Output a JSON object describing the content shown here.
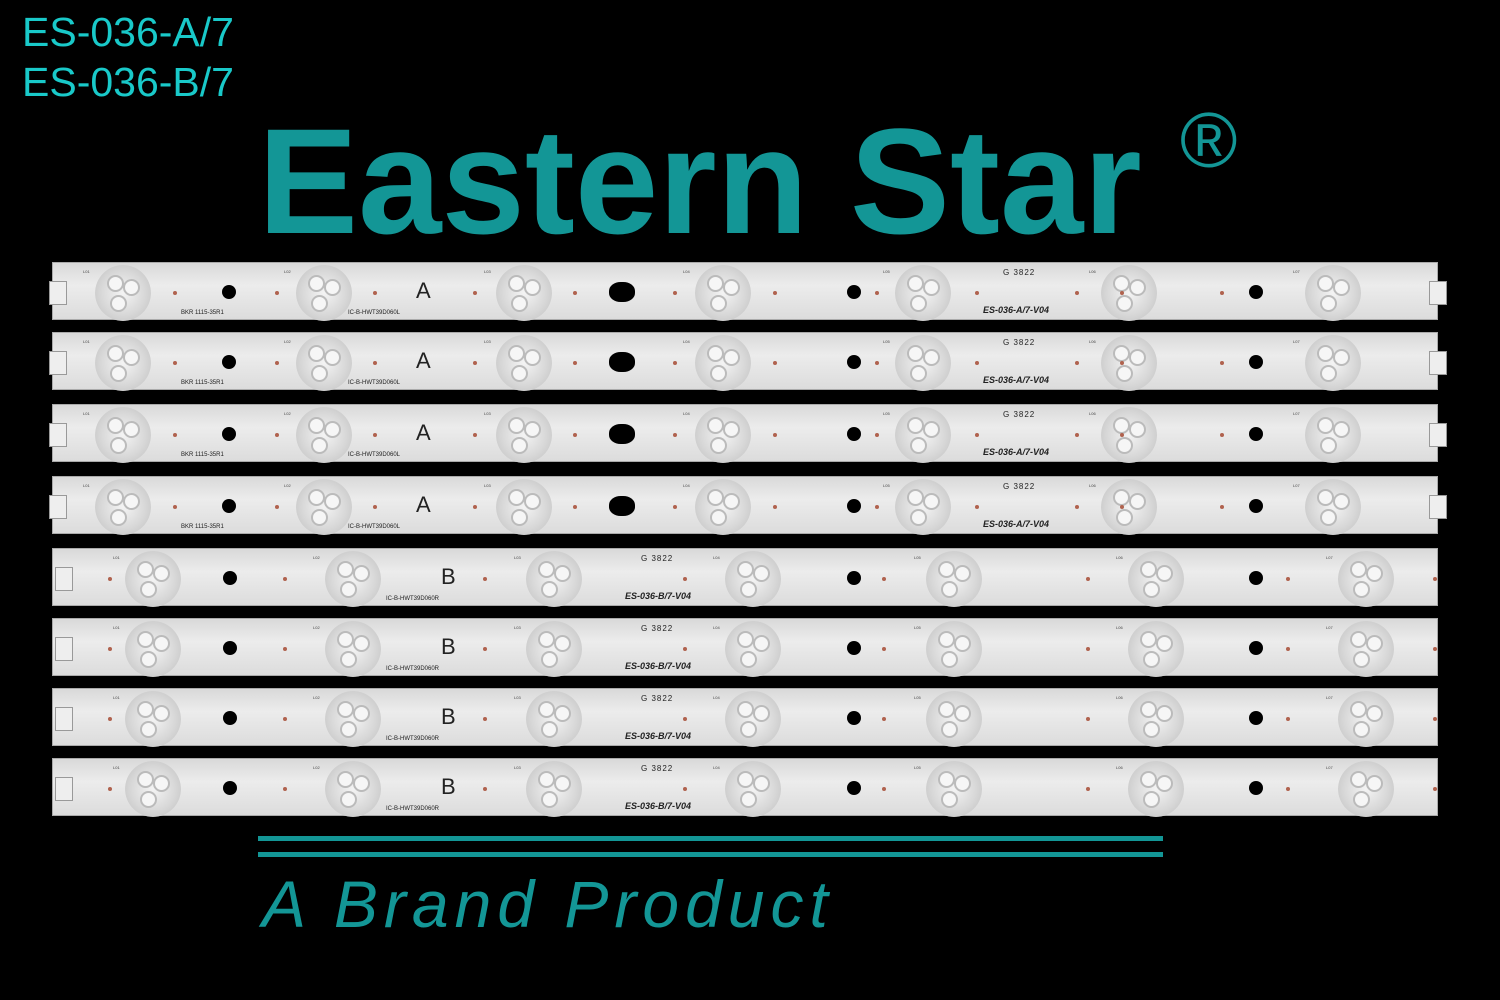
{
  "titles": [
    "ES-036-A/7",
    "ES-036-B/7"
  ],
  "strip_a": {
    "letter": "A",
    "code1": "BKR 1115-35R1",
    "code2": "IC-B-HWT39D060L",
    "batch": "G 3822",
    "model": "ES-036-A/7-V04",
    "count": 4
  },
  "strip_b": {
    "letter": "B",
    "code2": "IC-B-HWT39D060R",
    "batch": "G 3822",
    "model": "ES-036-B/7-V04",
    "count": 4
  },
  "led_labels": [
    "L01",
    "L02",
    "L03",
    "L04",
    "L05",
    "L06",
    "L07"
  ],
  "watermark": {
    "brand": "Eastern Star",
    "registered": "®",
    "tagline": "A Brand Product",
    "color": "#19c9c9"
  }
}
